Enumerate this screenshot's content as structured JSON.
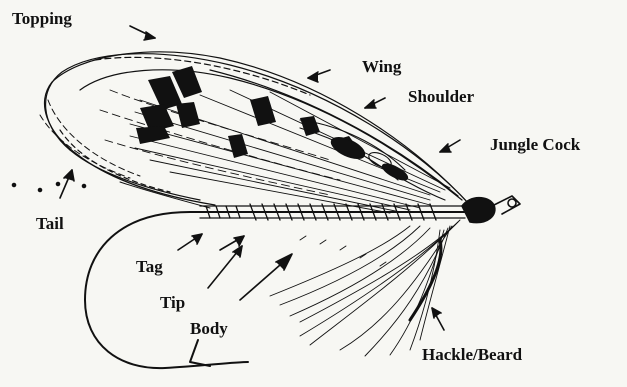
{
  "labels": {
    "topping": "Topping",
    "wing": "Wing",
    "shoulder": "Shoulder",
    "jungle_cock": "Jungle Cock",
    "tail": "Tail",
    "tag": "Tag",
    "tip": "Tip",
    "body": "Body",
    "hackle_beard": "Hackle/Beard"
  },
  "colors": {
    "ink": "#111111",
    "paper": "#f7f7f3"
  }
}
